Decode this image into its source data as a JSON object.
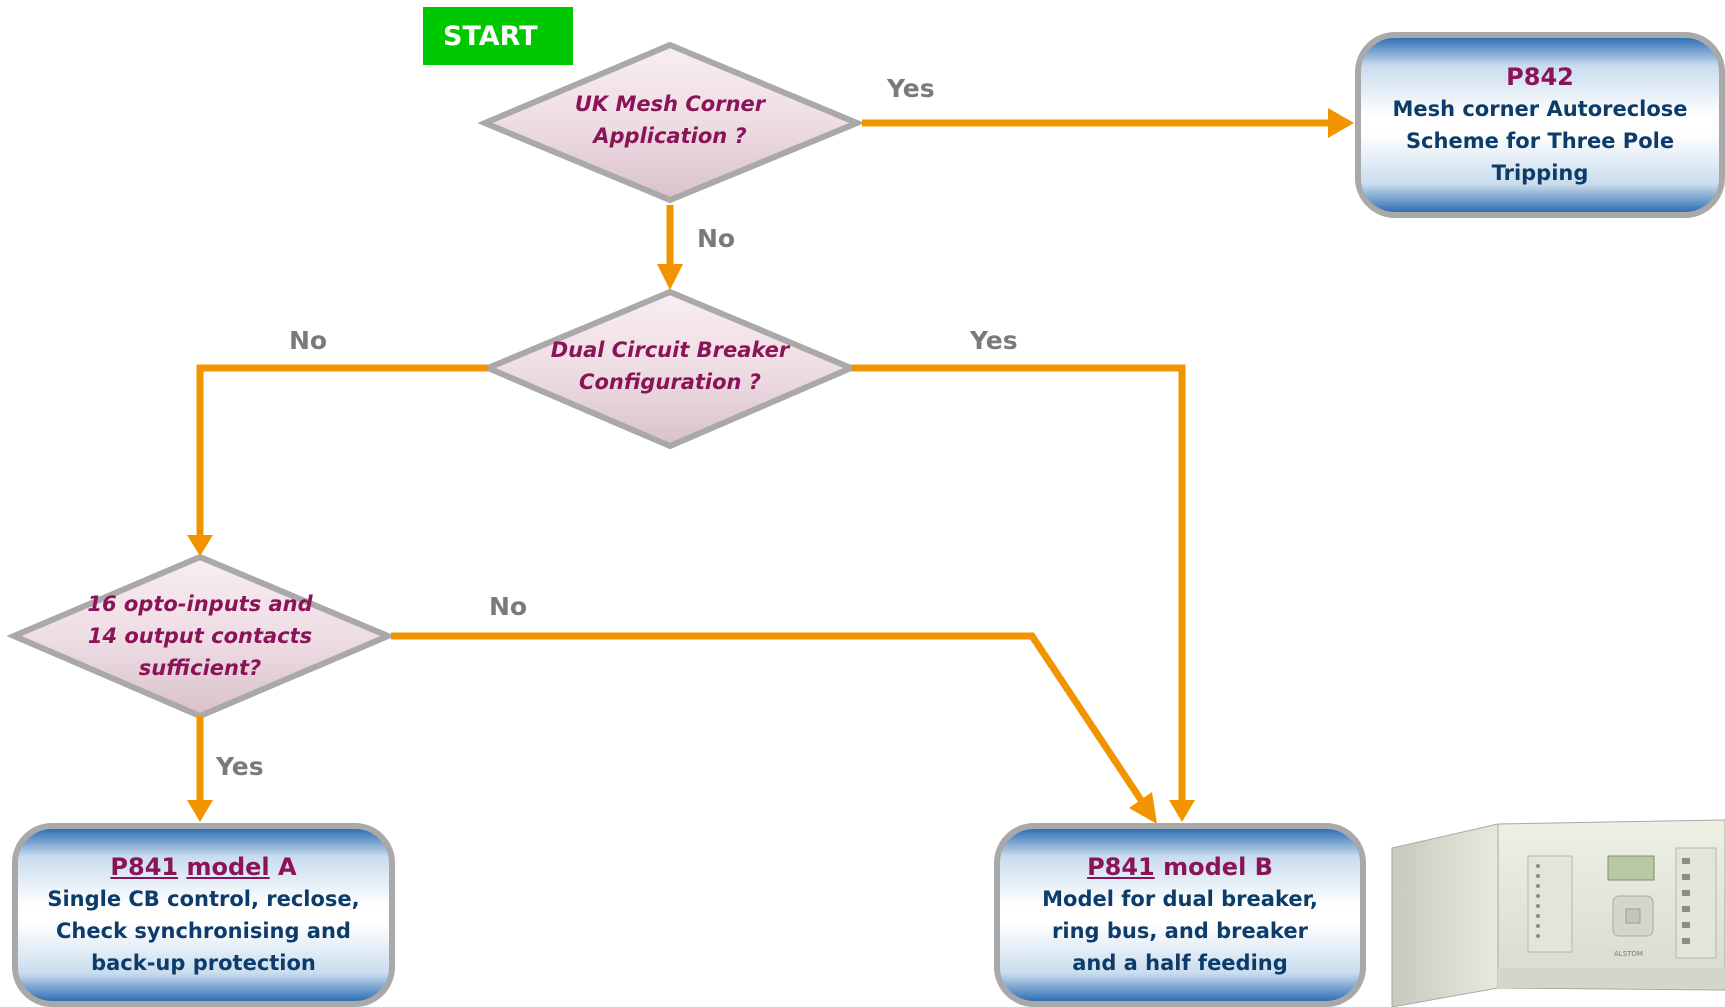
{
  "start": {
    "label": "START"
  },
  "decisions": {
    "uk_mesh": {
      "lines": [
        "UK Mesh Corner",
        "Application ?"
      ]
    },
    "dual_cb": {
      "lines": [
        "Dual Circuit Breaker",
        "Configuration ?"
      ]
    },
    "opto": {
      "lines": [
        "16 opto-inputs and",
        "14 output contacts",
        "sufficient?"
      ]
    }
  },
  "edge_labels": {
    "uk_yes": "Yes",
    "uk_no": "No",
    "dual_no": "No",
    "dual_yes": "Yes",
    "opto_no": "No",
    "opto_yes": "Yes"
  },
  "results": {
    "p842": {
      "title": "P842",
      "lines": [
        "Mesh corner Autoreclose",
        "Scheme for Three Pole",
        "Tripping"
      ]
    },
    "p841a": {
      "title_code": "P841",
      "title_model": "model",
      "title_suffix": "A",
      "lines": [
        "Single CB control, reclose,",
        "Check synchronising and",
        "back-up protection"
      ]
    },
    "p841b": {
      "title_code": "P841",
      "title_rest": "model B",
      "lines": [
        "Model for dual breaker,",
        "ring bus, and breaker",
        "and a half feeding"
      ]
    }
  },
  "relay_panel": {
    "brand": "ALSTOM"
  },
  "colors": {
    "arrow": "#f29400",
    "start_bg": "#00c800",
    "diamond_border": "#a9a9a9",
    "decision_text": "#8b1458",
    "label_gray": "#7a7a7a",
    "result_text": "#0d3c6b",
    "result_title": "#8b1458",
    "box_blue": "#2f6fb3"
  },
  "icons": {
    "relay": "protection-relay-unit-photo"
  }
}
